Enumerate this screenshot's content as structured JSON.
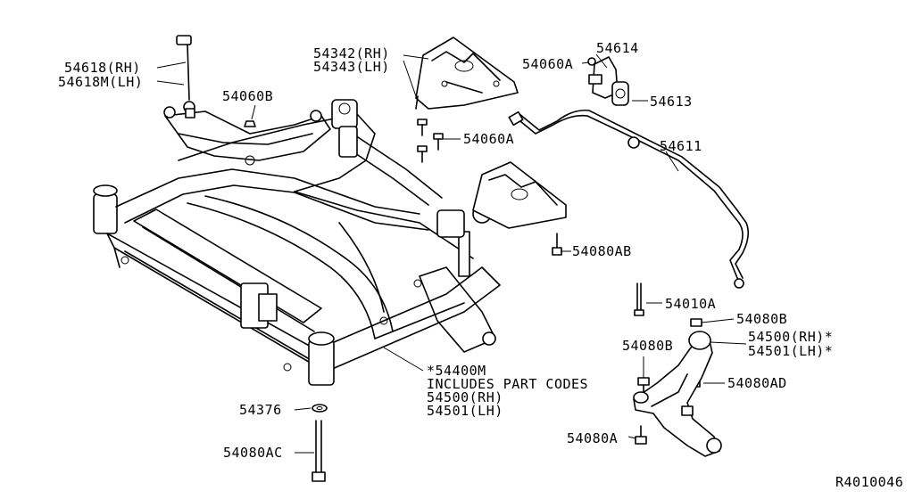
{
  "labels": {
    "p54618": "54618(RH)",
    "p54618m": "54618M(LH)",
    "p54060b": "54060B",
    "p54342": "54342(RH)",
    "p54343": "54343(LH)",
    "p54060a_top": "54060A",
    "p54614": "54614",
    "p54613": "54613",
    "p54060a_mid": "54060A",
    "p54611": "54611",
    "p54080ab": "54080AB",
    "p54010a": "54010A",
    "p54080b_right": "54080B",
    "p54500": "54500(RH)*",
    "p54501": "54501(LH)*",
    "p54080b_left": "54080B",
    "p54080ad": "54080AD",
    "p54080a_low": "54080A",
    "p54400m": "*54400M",
    "includes": "INCLUDES PART CODES",
    "inc54500": "54500(RH)",
    "inc54501": "54501(LH)",
    "p54376": "54376",
    "p54080ac": "54080AC",
    "ref": "R4010046"
  }
}
